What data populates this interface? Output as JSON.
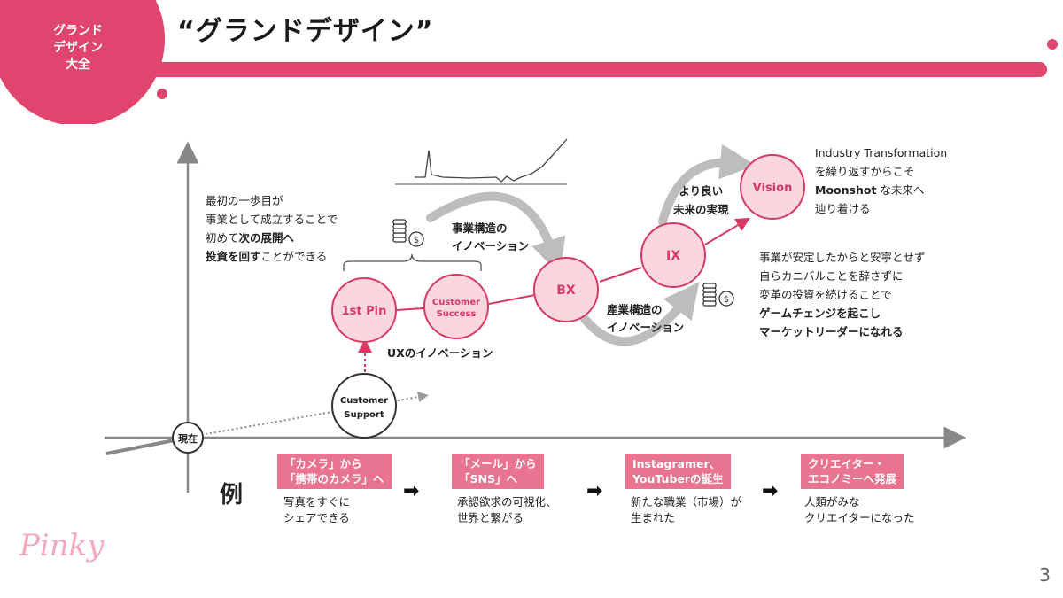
{
  "header": {
    "badge_lines": [
      "グランド",
      "デザイン",
      "大全"
    ],
    "title": "“グランドデザイン”",
    "accent_color": "#e0456d"
  },
  "diagram": {
    "left_note": {
      "l1": "最初の一歩目が",
      "l2": "事業として成立することで",
      "l3a": "初めて",
      "l3b": "次の展開へ",
      "l4a": "投資を回す",
      "l4b": "ことができる"
    },
    "nodes": {
      "now": "現在",
      "support": [
        "Customer",
        "Support"
      ],
      "first_pin": "1st Pin",
      "success": [
        "Customer",
        "Success"
      ],
      "bx": "BX",
      "ix": "IX",
      "vision": "Vision"
    },
    "labels": {
      "ux": "UXのイノベーション",
      "biz_structure": [
        "事業構造の",
        "イノベーション"
      ],
      "industry_structure": [
        "産業構造の",
        "イノベーション"
      ],
      "better_future": [
        "より良い",
        "未来の実現"
      ]
    },
    "right_top_note": {
      "l1": "Industry Transformation",
      "l2": "を繰り返すからこそ",
      "l3a": "Moonshot",
      "l3b": " な未来へ",
      "l4": "辿り着ける"
    },
    "right_mid_note": {
      "l1": "事業が安定したからと安寧とせず",
      "l2": "自らカニバルことを辞さずに",
      "l3": "変革の投資を続けることで",
      "l4": "ゲームチェンジを起こし",
      "l5": "マーケットリーダーになれる"
    }
  },
  "examples": {
    "label": "例",
    "items": [
      {
        "box": [
          "「カメラ」から",
          "「携帯のカメラ」へ"
        ],
        "desc": [
          "写真をすぐに",
          "シェアできる"
        ]
      },
      {
        "box": [
          "「メール」から",
          "「SNS」へ"
        ],
        "desc": [
          "承認欲求の可視化、",
          "世界と繋がる"
        ]
      },
      {
        "box": [
          "Instagramer、",
          "YouTuberの誕生"
        ],
        "desc": [
          "新たな職業（市場）が",
          "生まれた"
        ]
      },
      {
        "box": [
          "クリエイター・",
          "エコノミーへ発展"
        ],
        "desc": [
          "人類がみな",
          "クリエイターになった"
        ]
      }
    ]
  },
  "footer": {
    "signature": "Pinky",
    "page_number": "3"
  }
}
